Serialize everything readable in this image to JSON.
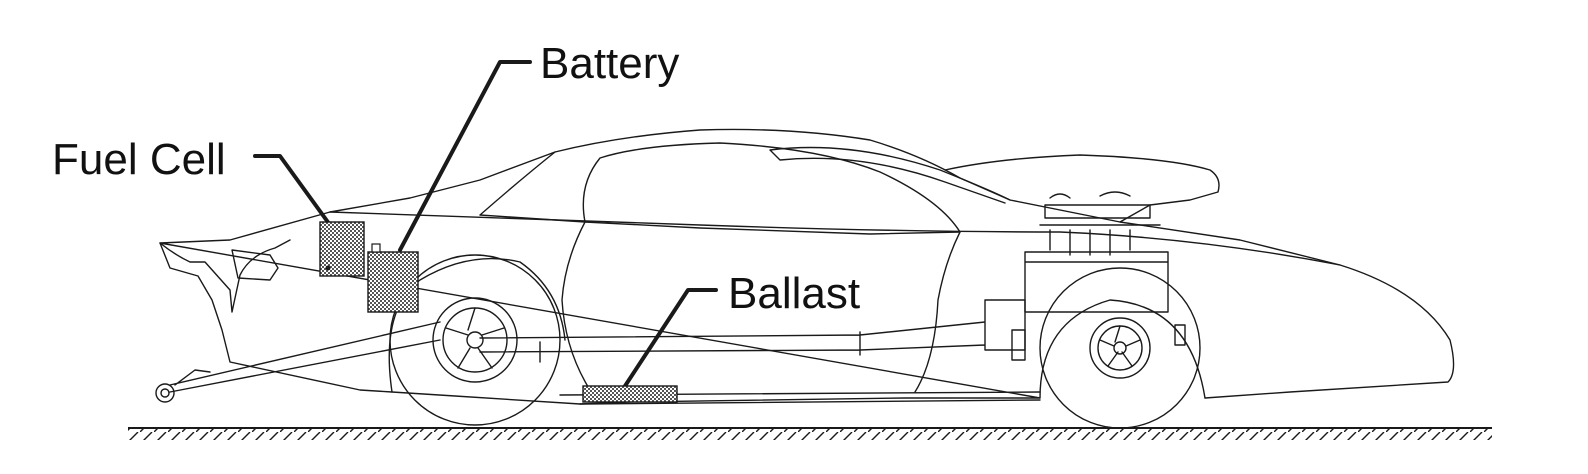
{
  "labels": {
    "fuel_cell": "Fuel Cell",
    "battery": "Battery",
    "ballast": "Ballast"
  },
  "colors": {
    "line": "#1a1a1a",
    "component_fill": "#7a7a7a",
    "background": "#ffffff"
  }
}
